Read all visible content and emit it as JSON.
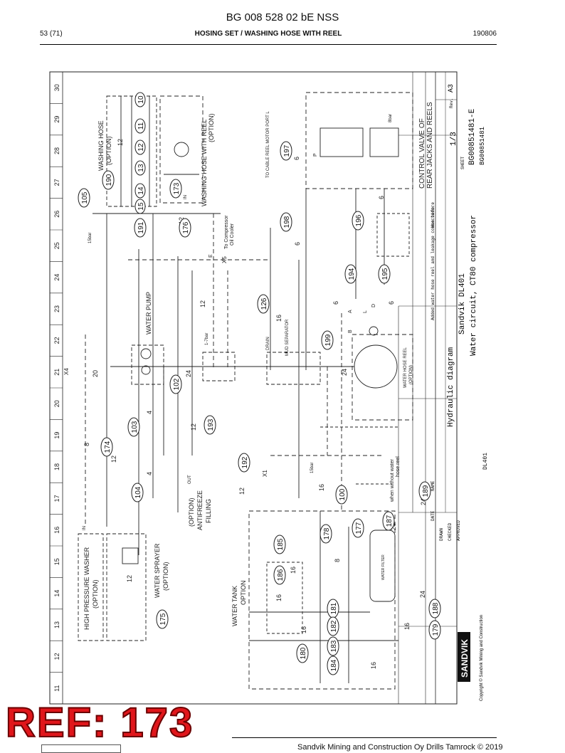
{
  "header": {
    "doc_title": "BG 008 528 02 bE NSS",
    "page": "53 (71)",
    "section": "HOSING SET / WASHING HOSE WITH REEL",
    "number": "190806"
  },
  "ref_stamp": "REF: 173",
  "footer": {
    "text": "Sandvik Mining and Construction Oy Drills Tamrock © 2019"
  },
  "grid_numbers": [
    "11",
    "12",
    "13",
    "14",
    "15",
    "16",
    "17",
    "18",
    "19",
    "20",
    "21",
    "22",
    "23",
    "24",
    "25",
    "26",
    "27",
    "28",
    "29",
    "30"
  ],
  "callouts": [
    "10",
    "11",
    "12",
    "13",
    "14",
    "15",
    "100",
    "102",
    "103",
    "104",
    "105",
    "126",
    "173",
    "174",
    "175",
    "176",
    "177",
    "178",
    "179",
    "180",
    "181",
    "182",
    "183",
    "184",
    "185",
    "186",
    "187",
    "188",
    "189",
    "190",
    "191",
    "192",
    "193",
    "194",
    "195",
    "196",
    "197",
    "198",
    "199"
  ],
  "labels": {
    "washing_hose": "WASHING HOSE",
    "option": "(OPTION)",
    "washing_hose_reel": "WASHING HOSE WITH REEL",
    "water_pump": "WATER PUMP",
    "cable_reel": "TO CABLE REEL MOTOR PORT L",
    "control_valve": "CONTROL VALVE OF",
    "rear_jacks": "REAR JACKS AND REELS",
    "to_compressor": "To Compressor",
    "oil_cooler": "Oil Cooler",
    "x5": "X5",
    "x4": "X4",
    "x1": "X1",
    "drain": "DRAIN",
    "separator": "MUD SEPARATOR",
    "water_hose_reel": "WATER HOSE REEL",
    "without_water": "when without water",
    "hose_reel": "hose reel",
    "antifreeze_option": "(OPTION)",
    "antifreeze": "ANTIFREEZE",
    "filling": "FILLING",
    "high_pressure_washer": "HIGH PRESSURE WASHER",
    "water_sprayer": "WATER SPRAYER",
    "water_tank": "WATER TANK",
    "tank_option": "OPTION",
    "water_filter": "WATER FILTER",
    "in": "IN",
    "out": "OUT",
    "e": "E",
    "d": "D",
    "bar15": "15bar",
    "bar8": "8bar",
    "bar_range": "1-7bar",
    "p_label": "P",
    "a_label": "A",
    "b_label": "B",
    "l_label": "L",
    "nums": [
      "12",
      "4",
      "8",
      "16",
      "20",
      "24",
      "6",
      "12"
    ]
  },
  "title_block": {
    "sandvik": "SANDVIK",
    "copyright": "Copyright © Sandvik Mining and Construction",
    "drawing_title": "Hydraulic diagram",
    "machine": "Sandvik DL401",
    "circuit": "Water circuit, CT80 compressor",
    "model": "DL401",
    "sheet_label": "SHEET",
    "sheet": "1/3",
    "size": "A3",
    "drawing_no": "BG00851481-E",
    "drawing_no2": "BG00851481",
    "rev": "Rev.",
    "was_before": "Was before",
    "rev_note": "Added water hose reel and leakage connection.",
    "drawn": "DRAWN",
    "checked": "CHECKED",
    "approved": "APPROVED",
    "date_label": "DATE",
    "name_label": "NAME"
  }
}
